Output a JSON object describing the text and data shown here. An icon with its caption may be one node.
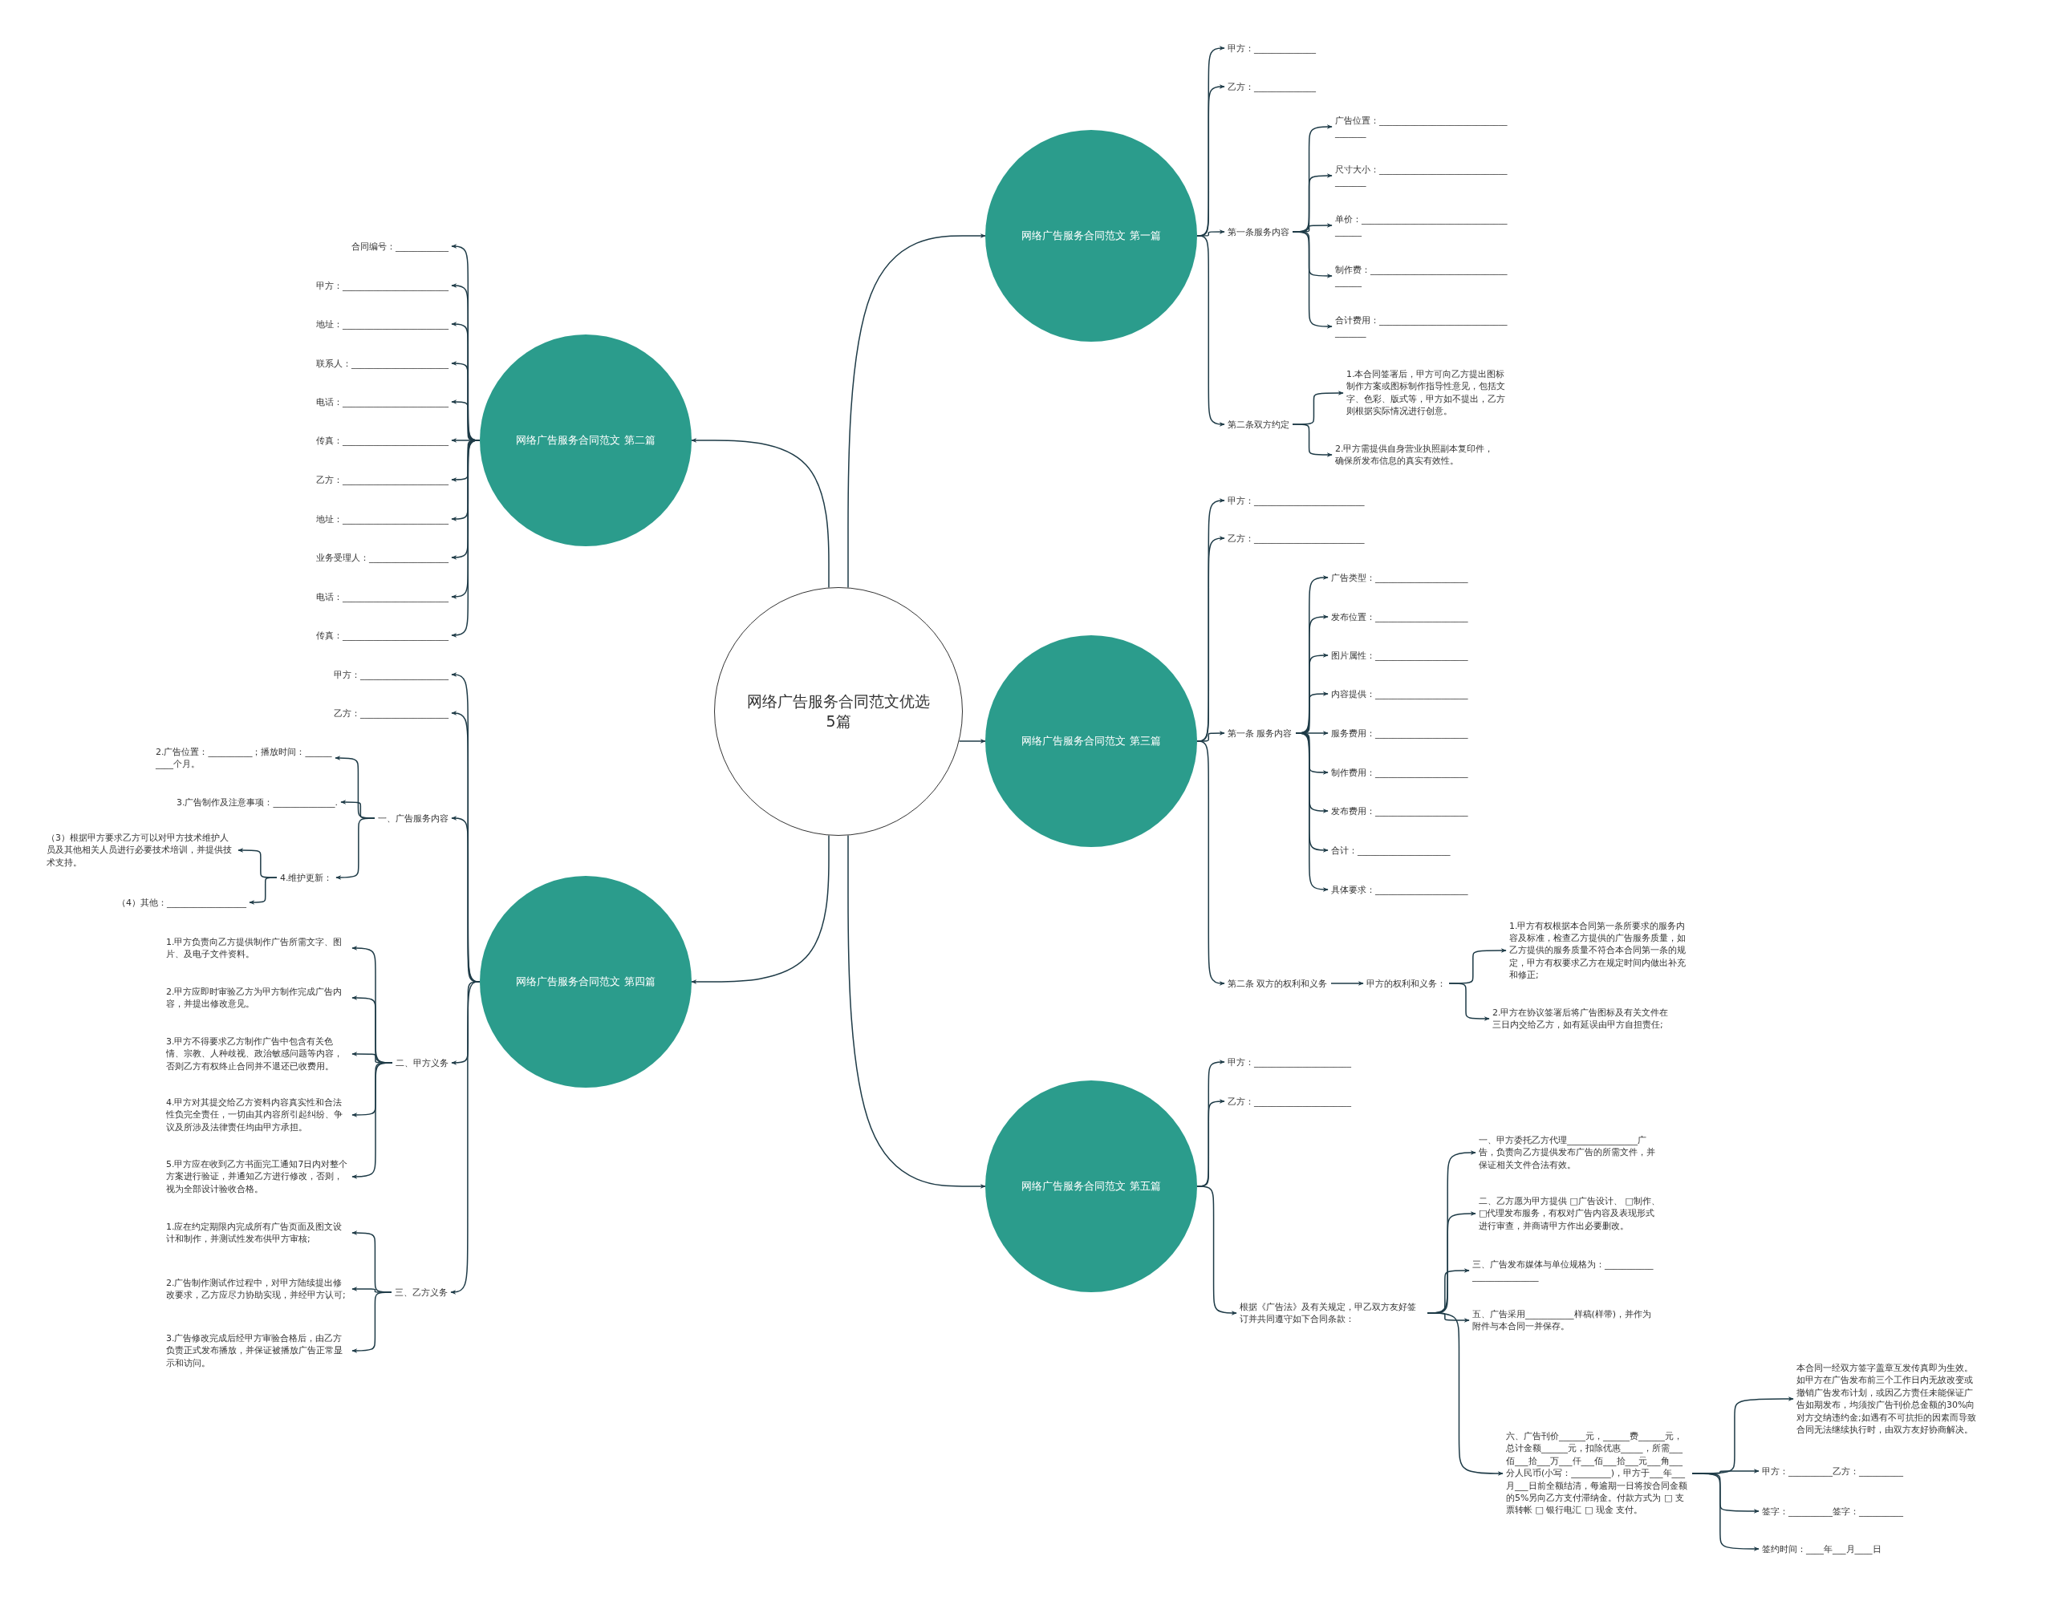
{
  "diagram": {
    "nodes": [
      {
        "text": [
          "网络广告服务合同范文优选5篇"
        ]
      },
      {
        "text": [
          "网络广告服务合同范文 第一篇"
        ]
      },
      {
        "text": [
          "甲方：______________"
        ]
      },
      {
        "text": [
          "乙方：______________"
        ]
      },
      {
        "text": [
          "第一条服务内容"
        ]
      },
      {
        "text": [
          "广告位置：____________________________________"
        ]
      },
      {
        "text": [
          "尺寸大小：____________________________________"
        ]
      },
      {
        "text": [
          "单价：_______________________________________"
        ]
      },
      {
        "text": [
          "制作费：_____________________________________"
        ]
      },
      {
        "text": [
          "合计费用：____________________________________"
        ]
      },
      {
        "text": [
          "第二条双方约定"
        ]
      },
      {
        "text": [
          "1.本合同签署后，甲方可向乙方提出图标制作方案或图标制作指导性意见，包括文字、色彩、版式等，甲方如不提出，乙方则根据实际情况进行创意。"
        ]
      },
      {
        "text": [
          "2.甲方需提供自身营业执照副本复印件，确保所发布信息的真实有效性。"
        ]
      },
      {
        "text": [
          "网络广告服务合同范文 第二篇"
        ]
      },
      {
        "text": [
          "合同编号：____________"
        ]
      },
      {
        "text": [
          "甲方：________________________"
        ]
      },
      {
        "text": [
          "地址：________________________"
        ]
      },
      {
        "text": [
          "联系人：______________________"
        ]
      },
      {
        "text": [
          "电话：________________________"
        ]
      },
      {
        "text": [
          "传真：________________________"
        ]
      },
      {
        "text": [
          "乙方：________________________"
        ]
      },
      {
        "text": [
          "地址：________________________"
        ]
      },
      {
        "text": [
          "业务受理人：__________________"
        ]
      },
      {
        "text": [
          "电话：________________________"
        ]
      },
      {
        "text": [
          "传真：________________________"
        ]
      },
      {
        "text": [
          "网络广告服务合同范文 第三篇"
        ]
      },
      {
        "text": [
          "甲方：_________________________"
        ]
      },
      {
        "text": [
          "乙方：_________________________"
        ]
      },
      {
        "text": [
          "第一条 服务内容"
        ]
      },
      {
        "text": [
          "广告类型：_____________________"
        ]
      },
      {
        "text": [
          "发布位置：_____________________"
        ]
      },
      {
        "text": [
          "图片属性：_____________________"
        ]
      },
      {
        "text": [
          "内容提供：_____________________"
        ]
      },
      {
        "text": [
          "服务费用：_____________________"
        ]
      },
      {
        "text": [
          "制作费用：_____________________"
        ]
      },
      {
        "text": [
          "发布费用：_____________________"
        ]
      },
      {
        "text": [
          "合计：_____________________"
        ]
      },
      {
        "text": [
          "具体要求：_____________________"
        ]
      },
      {
        "text": [
          "第二条 双方的权利和义务"
        ]
      },
      {
        "text": [
          "甲方的权利和义务："
        ]
      },
      {
        "text": [
          "1.甲方有权根据本合同第一条所要求的服务内容及标准，检查乙方提供的广告服务质量，如乙方提供的服务质量不符合本合同第一条的规定，甲方有权要求乙方在规定时间内做出补充和修正;"
        ]
      },
      {
        "text": [
          "2.甲方在协议签署后将广告图标及有关文件在三日内交给乙方，如有延误由甲方自担责任;"
        ]
      },
      {
        "text": [
          "网络广告服务合同范文 第四篇"
        ]
      },
      {
        "text": [
          "甲方：____________________"
        ]
      },
      {
        "text": [
          "乙方：____________________"
        ]
      },
      {
        "text": [
          "一、广告服务内容"
        ]
      },
      {
        "text": [
          "2.广告位置：__________；播放时间：__________个月。"
        ]
      },
      {
        "text": [
          "3.广告制作及注意事项：______________."
        ]
      },
      {
        "text": [
          "4.维护更新："
        ]
      },
      {
        "text": [
          "（3）根据甲方要求乙方可以对甲方技术维护人员及其他相关人员进行必要技术培训，并提供技术支持。"
        ]
      },
      {
        "text": [
          "（4）其他：__________________"
        ]
      },
      {
        "text": [
          "二、甲方义务"
        ]
      },
      {
        "text": [
          "1.甲方负责向乙方提供制作广告所需文字、图片、及电子文件资料。"
        ]
      },
      {
        "text": [
          "2.甲方应即时审验乙方为甲方制作完成广告内容，并提出修改意见。"
        ]
      },
      {
        "text": [
          "3.甲方不得要求乙方制作广告中包含有关色情、宗教、人种歧视、政治敏感问题等内容，否则乙方有权终止合同并不退还已收费用。"
        ]
      },
      {
        "text": [
          "4.甲方对其提交给乙方资料内容真实性和合法性负完全责任，一切由其内容所引起纠纷、争议及所涉及法律责任均由甲方承担。"
        ]
      },
      {
        "text": [
          "5.甲方应在收到乙方书面完工通知7日内对整个方案进行验证，并通知乙方进行修改，否则，视为全部设计验收合格。"
        ]
      },
      {
        "text": [
          "三、乙方义务"
        ]
      },
      {
        "text": [
          "1.应在约定期限内完成所有广告页面及图文设计和制作，并测试性发布供甲方审核;"
        ]
      },
      {
        "text": [
          "2.广告制作测试作过程中，对甲方陆续提出修改要求，乙方应尽力协助实现，并经甲方认可;"
        ]
      },
      {
        "text": [
          "3.广告修改完成后经甲方审验合格后，由乙方负责正式发布播放，并保证被播放广告正常显示和访问。"
        ]
      },
      {
        "text": [
          "网络广告服务合同范文 第五篇"
        ]
      },
      {
        "text": [
          "甲方：______________________"
        ]
      },
      {
        "text": [
          "乙方：______________________"
        ]
      },
      {
        "text": [
          "根据《广告法》及有关规定，甲乙双方友好签订并共同遵守如下合同条款："
        ]
      },
      {
        "text": [
          "一、甲方委托乙方代理________________广告，负责向乙方提供发布广告的所需文件，并保证相关文件合法有效。"
        ]
      },
      {
        "text": [
          "二、乙方愿为甲方提供 □广告设计、 □制作、□代理发布服务，有权对广告内容及表现形式进行审查，并商请甲方作出必要删改。"
        ]
      },
      {
        "text": [
          "三、广告发布媒体与单位规格为：__________________________"
        ]
      },
      {
        "text": [
          "五、广告采用___________样稿(样带)，并作为附件与本合同一并保存。"
        ]
      },
      {
        "text": [
          "六、广告刊价______元，______费______元，总计金额______元，扣除优惠_____，所需___佰___拾___万___仟___佰___拾___元___角___分人民币(小写：_________)，甲方于___年___月___日前全额结清，每逾期一日将按合同金额的5%另向乙方支付滞纳金。付款方式为 □ 支票转帐 □ 银行电汇 □ 现金 支付。"
        ]
      },
      {
        "text": [
          "本合同一经双方签字盖章互发传真即为生效。如甲方在广告发布前三个工作日内无故改变或撤销广告发布计划，或因乙方责任未能保证广告如期发布，均须按广告刊价总金额的30%向对方交纳违约金;如遇有不可抗拒的因素而导致合同无法继续执行时，由双方友好协商解决。"
        ]
      },
      {
        "text": [
          "甲方：__________乙方：__________"
        ]
      },
      {
        "text": [
          "签字：__________签字：__________"
        ]
      },
      {
        "text": [
          "签约时间：____年___月____日"
        ]
      }
    ],
    "edges": [
      {
        "from": 0,
        "to": 1,
        "arrow": "to"
      },
      {
        "from": 0,
        "to": 13,
        "arrow": "to"
      },
      {
        "from": 0,
        "to": 25,
        "arrow": "to"
      },
      {
        "from": 0,
        "to": 42,
        "arrow": "to"
      },
      {
        "from": 0,
        "to": 61,
        "arrow": "to"
      },
      {
        "from": 1,
        "to": 2,
        "arrow": "to"
      },
      {
        "from": 1,
        "to": 3,
        "arrow": "to"
      },
      {
        "from": 1,
        "to": 4,
        "arrow": "to"
      },
      {
        "from": 1,
        "to": 10,
        "arrow": "to"
      },
      {
        "from": 4,
        "to": 5,
        "arrow": "to"
      },
      {
        "from": 4,
        "to": 6,
        "arrow": "to"
      },
      {
        "from": 4,
        "to": 7,
        "arrow": "to"
      },
      {
        "from": 4,
        "to": 8,
        "arrow": "to"
      },
      {
        "from": 4,
        "to": 9,
        "arrow": "to"
      },
      {
        "from": 10,
        "to": 11,
        "arrow": "to"
      },
      {
        "from": 10,
        "to": 12,
        "arrow": "to"
      },
      {
        "from": 13,
        "to": 14,
        "arrow": "to"
      },
      {
        "from": 13,
        "to": 15,
        "arrow": "to"
      },
      {
        "from": 13,
        "to": 16,
        "arrow": "to"
      },
      {
        "from": 13,
        "to": 17,
        "arrow": "to"
      },
      {
        "from": 13,
        "to": 18,
        "arrow": "to"
      },
      {
        "from": 13,
        "to": 19,
        "arrow": "to"
      },
      {
        "from": 13,
        "to": 20,
        "arrow": "to"
      },
      {
        "from": 13,
        "to": 21,
        "arrow": "to"
      },
      {
        "from": 13,
        "to": 22,
        "arrow": "to"
      },
      {
        "from": 13,
        "to": 23,
        "arrow": "to"
      },
      {
        "from": 13,
        "to": 24,
        "arrow": "to"
      },
      {
        "from": 25,
        "to": 26,
        "arrow": "to"
      },
      {
        "from": 25,
        "to": 27,
        "arrow": "to"
      },
      {
        "from": 25,
        "to": 28,
        "arrow": "to"
      },
      {
        "from": 25,
        "to": 38,
        "arrow": "to"
      },
      {
        "from": 28,
        "to": 29,
        "arrow": "to"
      },
      {
        "from": 28,
        "to": 30,
        "arrow": "to"
      },
      {
        "from": 28,
        "to": 31,
        "arrow": "to"
      },
      {
        "from": 28,
        "to": 32,
        "arrow": "to"
      },
      {
        "from": 28,
        "to": 33,
        "arrow": "to"
      },
      {
        "from": 28,
        "to": 34,
        "arrow": "to"
      },
      {
        "from": 28,
        "to": 35,
        "arrow": "to"
      },
      {
        "from": 28,
        "to": 36,
        "arrow": "to"
      },
      {
        "from": 28,
        "to": 37,
        "arrow": "to"
      },
      {
        "from": 38,
        "to": 39,
        "arrow": "to"
      },
      {
        "from": 39,
        "to": 40,
        "arrow": "to"
      },
      {
        "from": 39,
        "to": 41,
        "arrow": "to"
      },
      {
        "from": 42,
        "to": 43,
        "arrow": "to"
      },
      {
        "from": 42,
        "to": 44,
        "arrow": "to"
      },
      {
        "from": 42,
        "to": 45,
        "arrow": "to"
      },
      {
        "from": 42,
        "to": 51,
        "arrow": "to"
      },
      {
        "from": 42,
        "to": 57,
        "arrow": "to"
      },
      {
        "from": 45,
        "to": 46,
        "arrow": "to"
      },
      {
        "from": 45,
        "to": 47,
        "arrow": "to"
      },
      {
        "from": 45,
        "to": 48,
        "arrow": "to"
      },
      {
        "from": 48,
        "to": 49,
        "arrow": "to"
      },
      {
        "from": 48,
        "to": 50,
        "arrow": "to"
      },
      {
        "from": 51,
        "to": 52,
        "arrow": "to"
      },
      {
        "from": 51,
        "to": 53,
        "arrow": "to"
      },
      {
        "from": 51,
        "to": 54,
        "arrow": "to"
      },
      {
        "from": 51,
        "to": 55,
        "arrow": "to"
      },
      {
        "from": 51,
        "to": 56,
        "arrow": "to"
      },
      {
        "from": 57,
        "to": 58,
        "arrow": "to"
      },
      {
        "from": 57,
        "to": 59,
        "arrow": "to"
      },
      {
        "from": 57,
        "to": 60,
        "arrow": "to"
      },
      {
        "from": 61,
        "to": 62,
        "arrow": "to"
      },
      {
        "from": 61,
        "to": 63,
        "arrow": "to"
      },
      {
        "from": 61,
        "to": 64,
        "arrow": "to"
      },
      {
        "from": 64,
        "to": 65,
        "arrow": "to"
      },
      {
        "from": 64,
        "to": 66,
        "arrow": "to"
      },
      {
        "from": 64,
        "to": 67,
        "arrow": "to"
      },
      {
        "from": 64,
        "to": 68,
        "arrow": "to"
      },
      {
        "from": 64,
        "to": 69,
        "arrow": "to"
      },
      {
        "from": 69,
        "to": 70,
        "arrow": "to"
      },
      {
        "from": 69,
        "to": 71,
        "arrow": "to"
      },
      {
        "from": 69,
        "to": 72,
        "arrow": "to"
      },
      {
        "from": 69,
        "to": 73,
        "arrow": "to"
      }
    ]
  }
}
